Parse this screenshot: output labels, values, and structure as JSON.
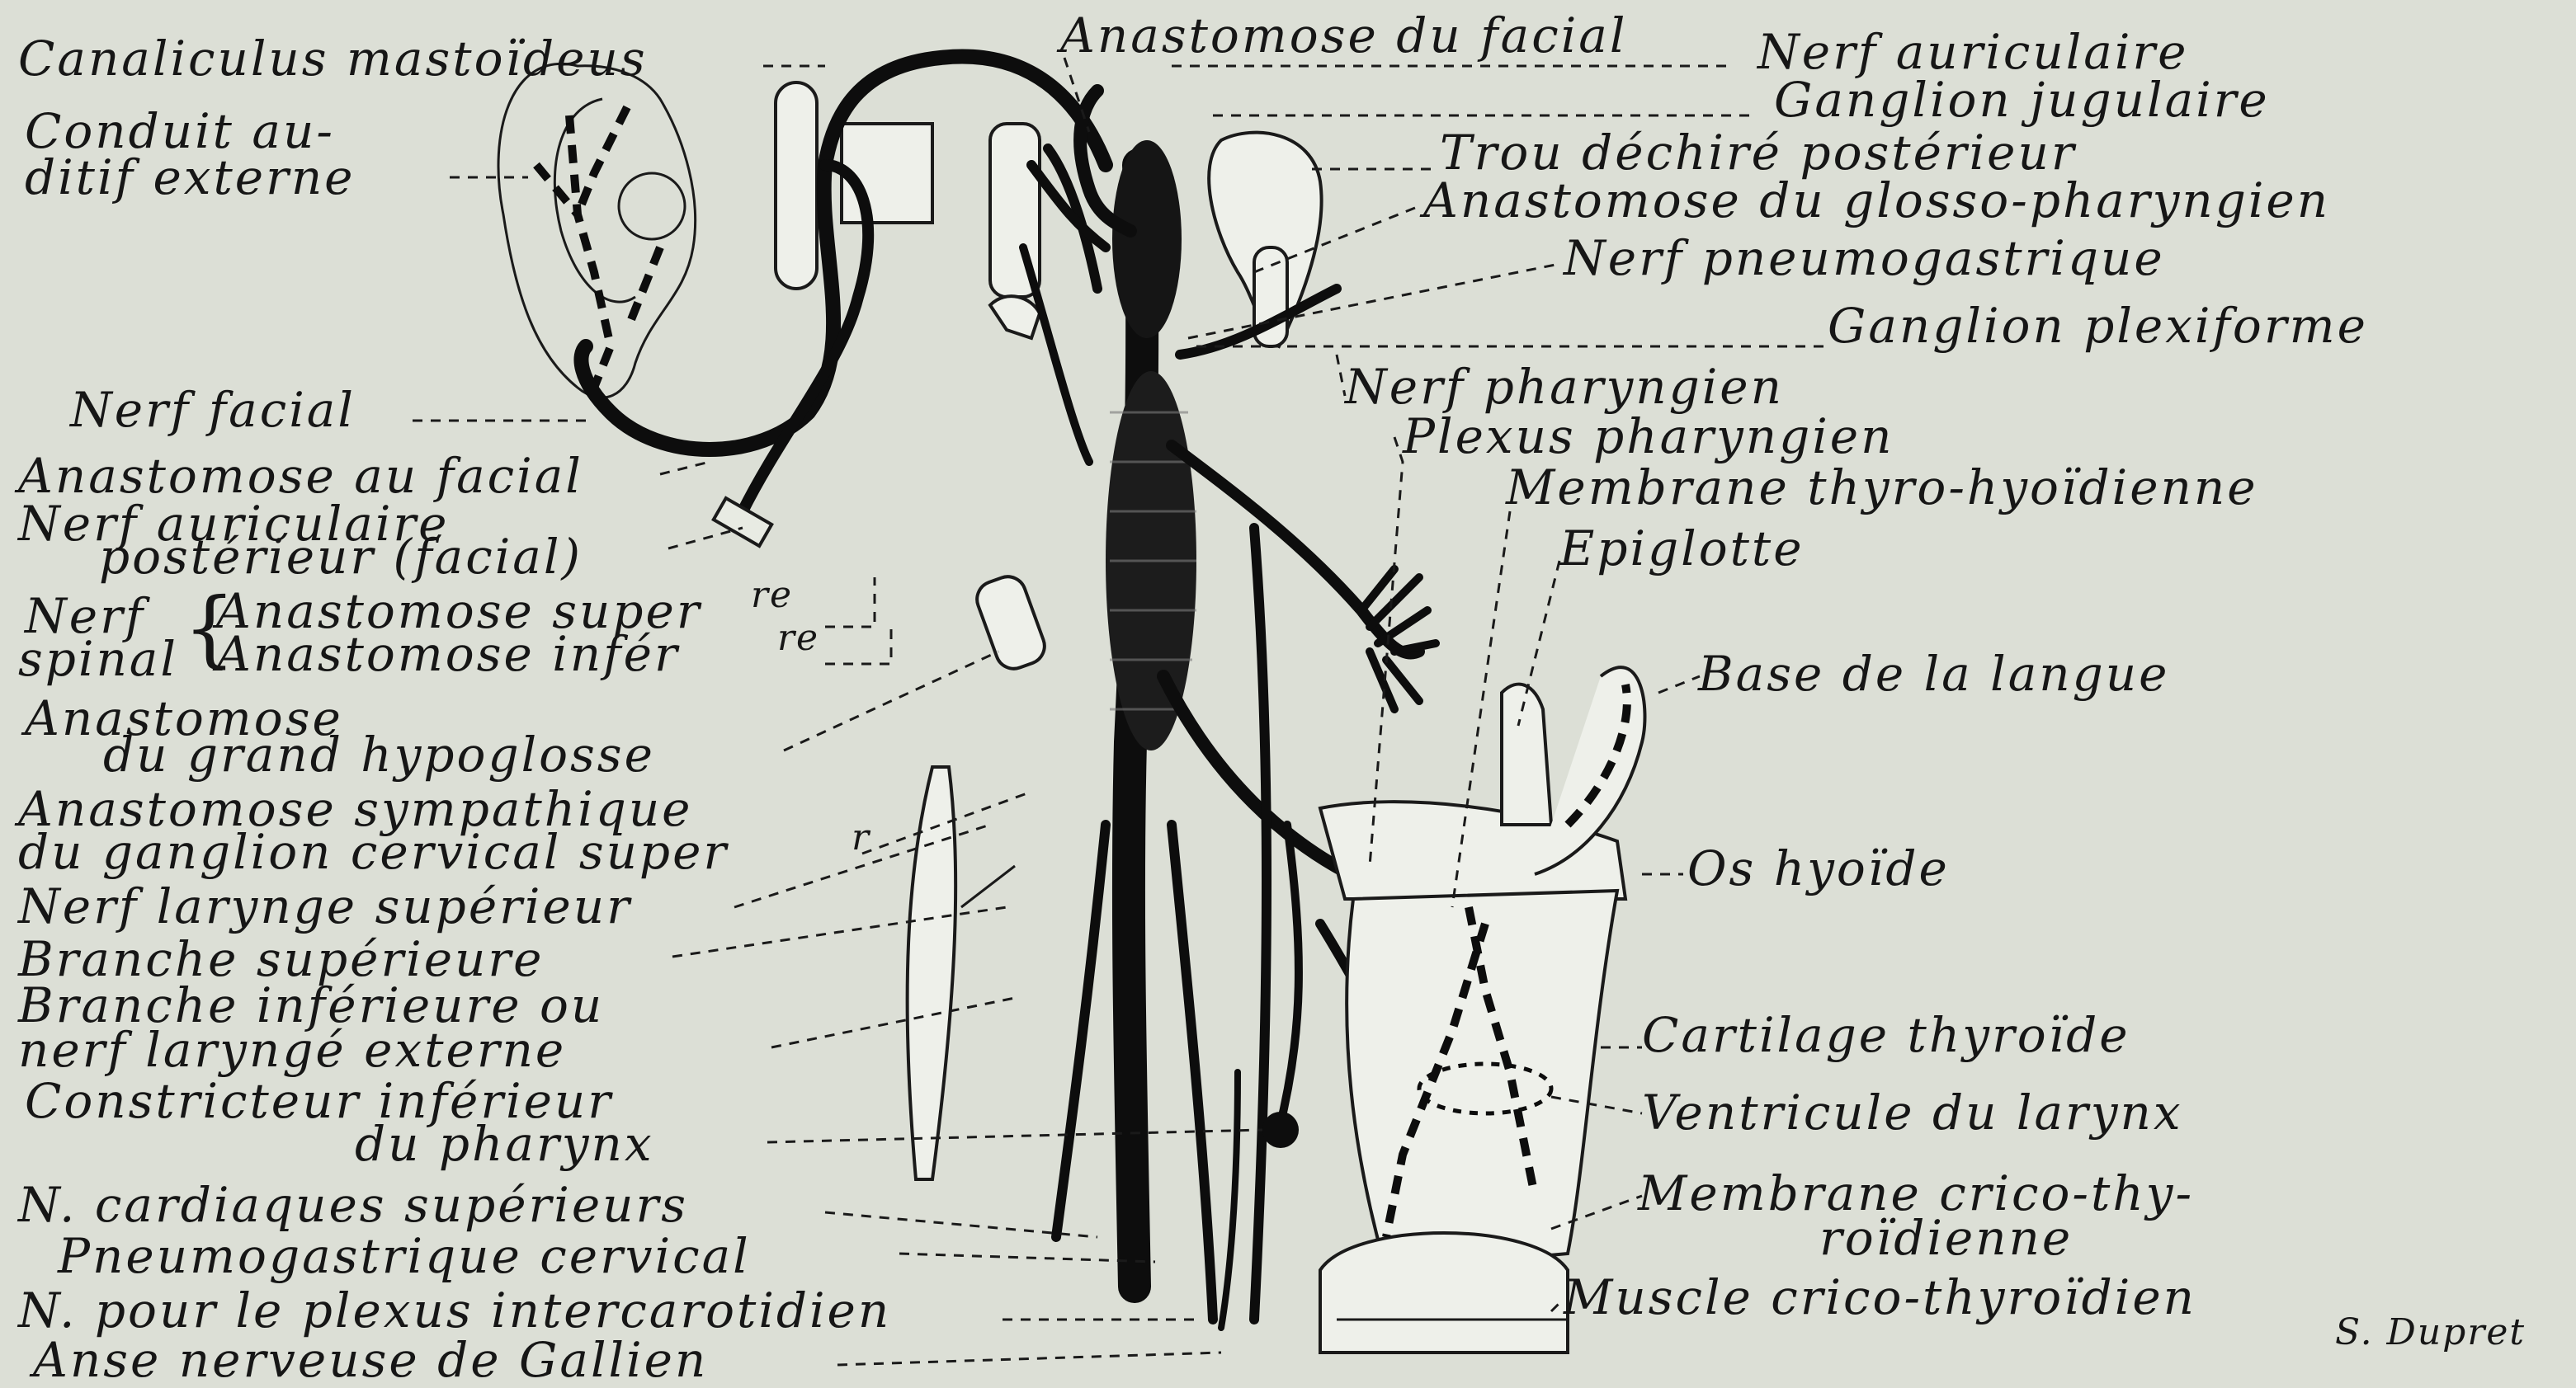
{
  "figure": {
    "left_labels": [
      "Canaliculus mastoïdeus",
      "Conduit au-",
      "ditif externe",
      "Nerf facial",
      "Anastomose au facial",
      "Nerf auriculaire",
      "postérieur (facial)",
      "Nerf",
      "spinal",
      "Anastomose super",
      "Anastomose infér",
      "re",
      "re",
      "Anastomose",
      "du grand hypoglosse",
      "Anastomose sympathique",
      "du ganglion cervical super",
      "r",
      "Nerf larynge supérieur",
      "Branche supérieure",
      "Branche inférieure ou",
      "nerf laryngé externe",
      "Constricteur inférieur",
      "du pharynx",
      "N. cardiaques supérieurs",
      "Pneumogastrique cervical",
      "N. pour le plexus intercarotidien",
      "Anse nerveuse de Gallien"
    ],
    "right_labels": [
      "Anastomose du facial",
      "Nerf auriculaire",
      "Ganglion jugulaire",
      "Trou déchiré postérieur",
      "Anastomose du glosso-pharyngien",
      "Nerf pneumogastrique",
      "Ganglion plexiforme",
      "Nerf pharyngien",
      "Plexus pharyngien",
      "Membrane thyro-hyoïdienne",
      "Epiglotte",
      "Base de la langue",
      "Os hyoïde",
      "Cartilage thyroïde",
      "Ventricule du larynx",
      "Membrane crico-thy-",
      "roïdienne",
      "Muscle crico-thyroïdien"
    ],
    "signature": "S. Dupret"
  },
  "colors": {
    "paper": "#dcdfd6",
    "ink": "#0d0d0d"
  }
}
